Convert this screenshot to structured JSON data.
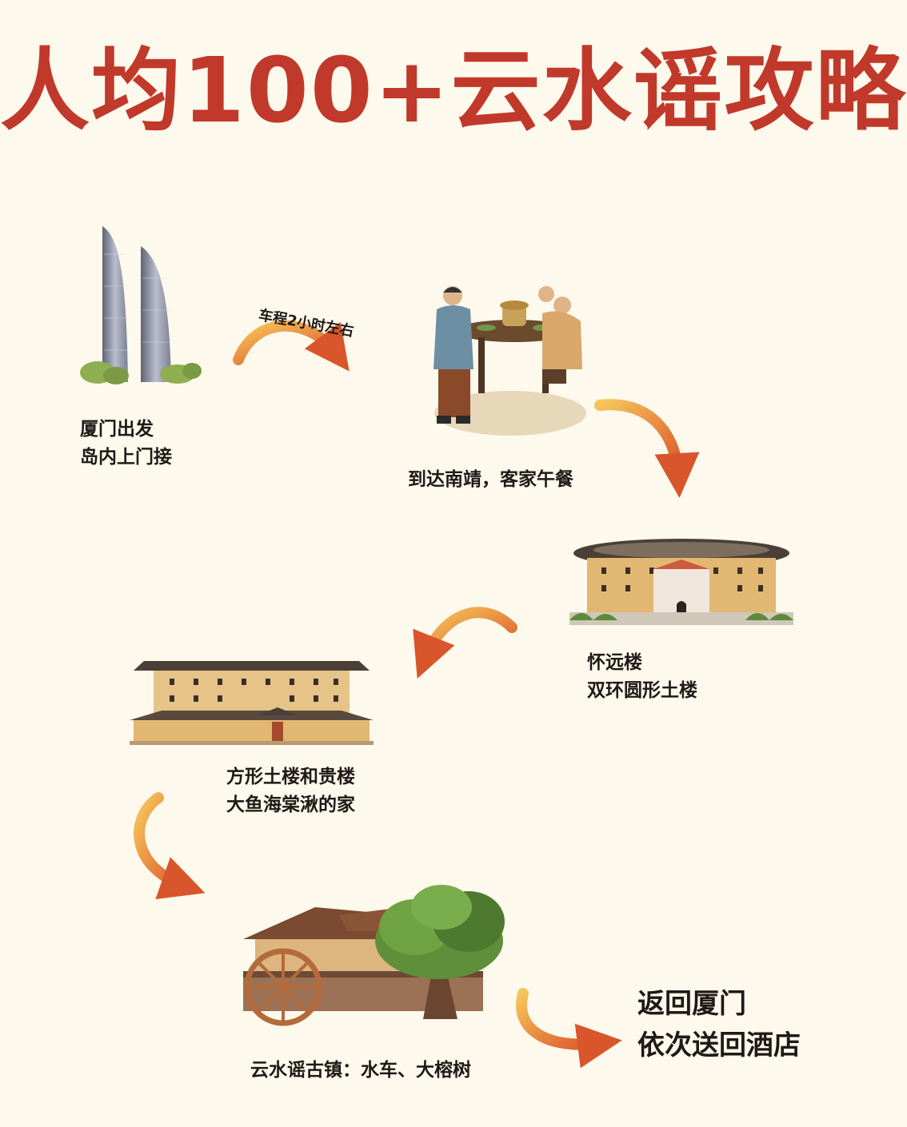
{
  "title": "人均100+云水谣攻略",
  "route_note": "车程2小时左右",
  "colors": {
    "title": "#c0392b",
    "arrow_light": "#f2b042",
    "arrow_dark": "#d9552b",
    "background": "#fdf9ec"
  },
  "steps": [
    {
      "line1": "厦门出发",
      "line2": "岛内上门接",
      "icon": "twin-towers-icon"
    },
    {
      "line1": "到达南靖，客家午餐",
      "icon": "hakka-lunch-icon"
    },
    {
      "line1": "怀远楼",
      "line2": "双环圆形土楼",
      "icon": "round-tulou-icon"
    },
    {
      "line1": "方形土楼和贵楼",
      "line2": "大鱼海棠湫的家",
      "icon": "square-tulou-icon"
    },
    {
      "line1": "云水谣古镇：水车、大榕树",
      "icon": "waterwheel-banyan-icon"
    },
    {
      "line1": "返回厦门",
      "line2": "依次送回酒店"
    }
  ]
}
